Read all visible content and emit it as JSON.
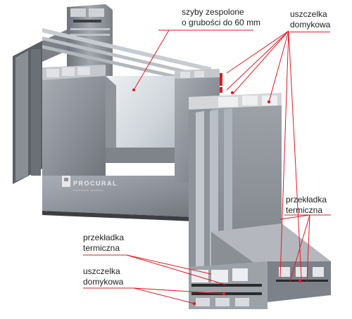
{
  "labels": {
    "glazing_line1": "szyby zespolone",
    "glazing_line2": "o grubości do 60 mm",
    "seal_top_line1": "uszczelka",
    "seal_top_line2": "domykowa",
    "thermal_right_line1": "przekładka",
    "thermal_right_line2": "termiczna",
    "thermal_left_line1": "przekładka",
    "thermal_left_line2": "termiczna",
    "seal_bottom_line1": "uszczelka",
    "seal_bottom_line2": "domykowa"
  },
  "brand": {
    "name": "PROCURAL",
    "tagline": "aluminium systems"
  },
  "colors": {
    "leader": "#e21a22",
    "frame_light": "#9a9ea6",
    "frame_mid": "#7d8189",
    "frame_dark": "#4a4d53",
    "insulation": "#2b2b2b",
    "glass": "#d8dde2"
  }
}
